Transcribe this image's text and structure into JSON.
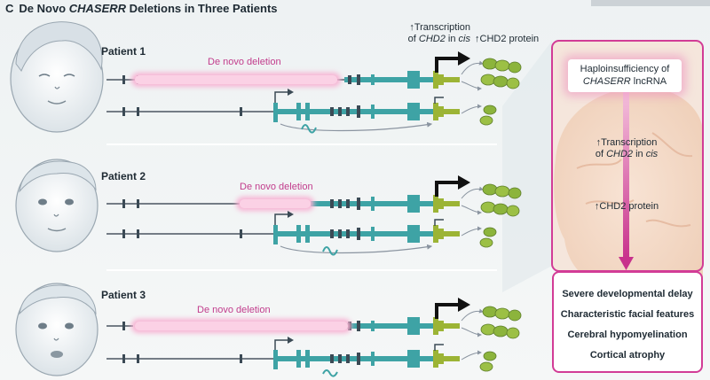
{
  "figure": {
    "panel_letter": "C",
    "title_pre": "De Novo ",
    "title_gene": "CHASERR",
    "title_post": " Deletions in Three Patients"
  },
  "patients": [
    {
      "label": "Patient 1",
      "deletion_label": "De novo deletion"
    },
    {
      "label": "Patient 2",
      "deletion_label": "De novo deletion"
    },
    {
      "label": "Patient 3",
      "deletion_label": "De novo deletion"
    }
  ],
  "transcription_label": {
    "arrow": "↑",
    "line1": "Transcription",
    "line2_pre": "of ",
    "gene": "CHD2",
    "line2_mid": " in ",
    "cis": "cis"
  },
  "protein_label": {
    "arrow": "↑",
    "text": "CHD2 protein"
  },
  "pathway": {
    "haplo_line1": "Haploinsufficiency of",
    "haplo_gene": "CHASERR",
    "haplo_suffix": " lncRNA",
    "transcription": {
      "arrow": "↑",
      "line1": "Transcription",
      "line2_pre": "of ",
      "gene": "CHD2",
      "line2_mid": " in ",
      "cis": "cis"
    },
    "protein": {
      "arrow": "↑",
      "text": "CHD2 protein"
    }
  },
  "outcomes": [
    "Severe developmental delay",
    "Characteristic facial features",
    "Cerebral hypomyelination",
    "Cortical atrophy"
  ],
  "colors": {
    "accent": "#d23c96",
    "deletion_label": "#c23c8c",
    "gene_teal": "#3ea3a5",
    "gene_olive": "#9cb435",
    "protein_green": "#8cb43c",
    "deletion_glow": "#f7b2d3",
    "brain": "#f5d9c6"
  }
}
